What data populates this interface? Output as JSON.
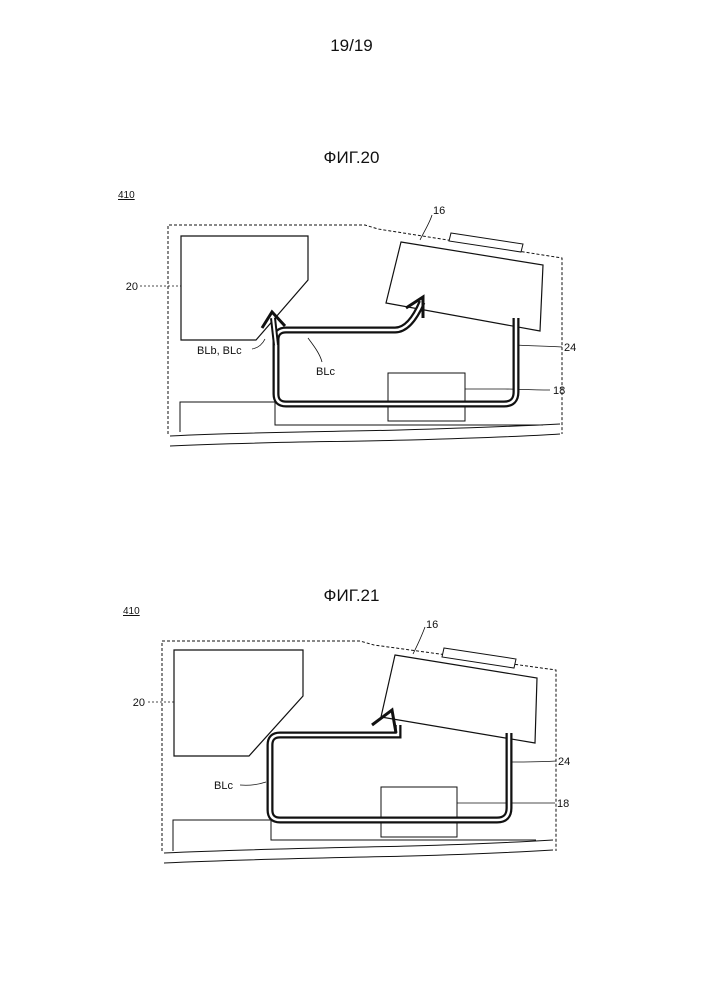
{
  "page": {
    "number": "19/19"
  },
  "figures": [
    {
      "title": "ФИГ.20",
      "assembly_ref": "410",
      "labels": {
        "sensor": "16",
        "cabinet": "20",
        "duct": "24",
        "fan": "18",
        "flow_bc": "BLb, BLc",
        "flow_c": "BLc"
      }
    },
    {
      "title": "ФИГ.21",
      "assembly_ref": "410",
      "labels": {
        "sensor": "16",
        "cabinet": "20",
        "duct": "24",
        "fan": "18",
        "flow_c": "BLc"
      }
    }
  ]
}
